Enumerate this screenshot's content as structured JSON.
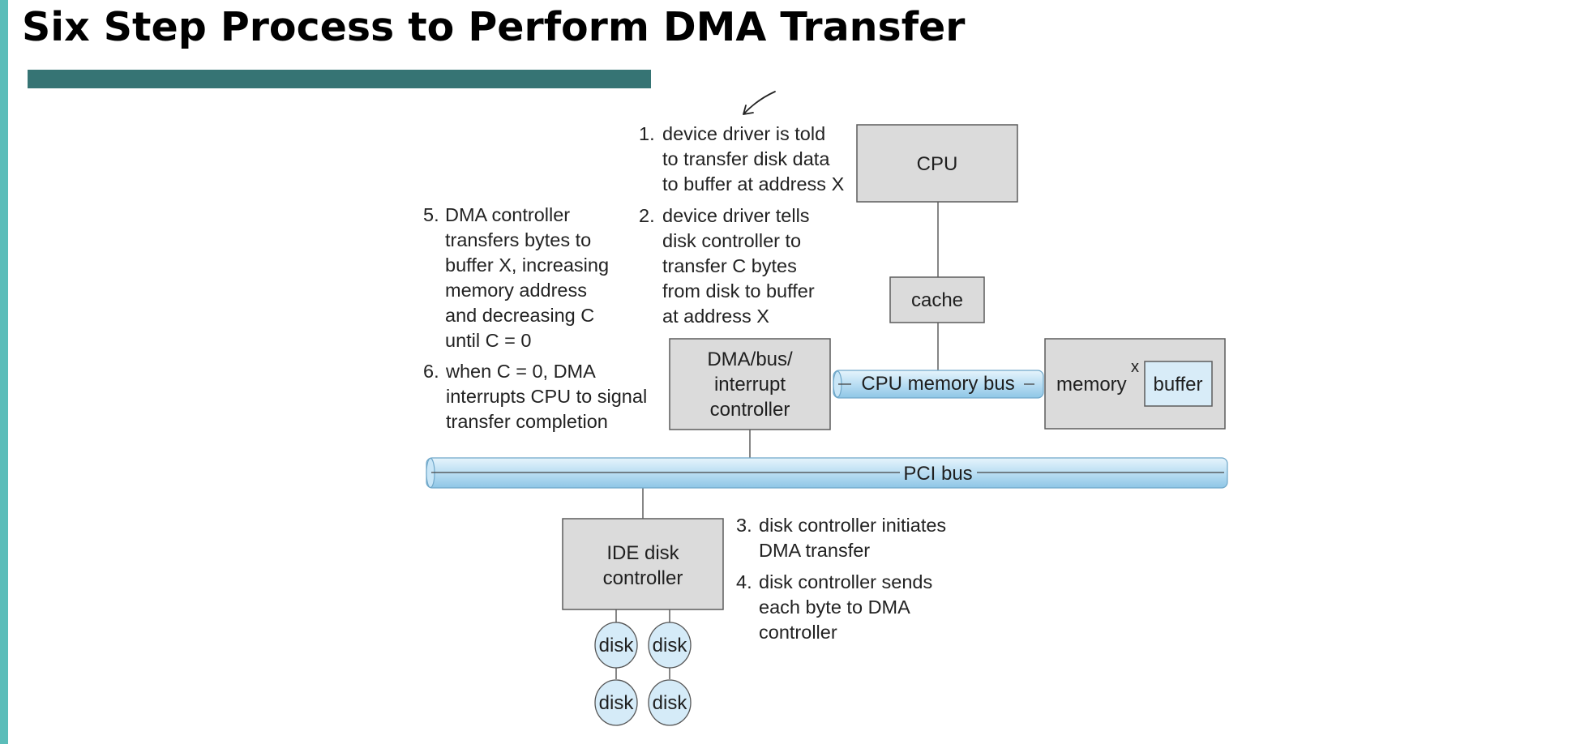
{
  "slide": {
    "title": "Six Step Process to Perform DMA Transfer",
    "accent_color": "#367474",
    "stripe_color": "#5bbdb9"
  },
  "diagram": {
    "cpu": "CPU",
    "cache": "cache",
    "dma_controller": [
      "DMA/bus/",
      "interrupt",
      "controller"
    ],
    "cpu_memory_bus": "CPU memory bus",
    "memory": "memory",
    "memory_x": "x",
    "buffer": "buffer",
    "pci_bus": "PCI bus",
    "ide_controller": [
      "IDE disk",
      "controller"
    ],
    "disk": "disk"
  },
  "steps": {
    "s1": {
      "num": "1.",
      "lines": [
        "device driver is told",
        "to transfer disk data",
        "to buffer at address X"
      ]
    },
    "s2": {
      "num": "2.",
      "lines": [
        "device driver tells",
        "disk controller to",
        "transfer C bytes",
        "from disk to buffer",
        "at address X"
      ]
    },
    "s3": {
      "num": "3.",
      "lines": [
        "disk controller initiates",
        "DMA transfer"
      ]
    },
    "s4": {
      "num": "4.",
      "lines": [
        "disk controller sends",
        "each byte to DMA",
        "controller"
      ]
    },
    "s5": {
      "num": "5.",
      "lines": [
        "DMA controller",
        "transfers bytes to",
        "buffer X, increasing",
        "memory address",
        "and decreasing C",
        "until C = 0"
      ]
    },
    "s6": {
      "num": "6.",
      "lines": [
        "when C = 0, DMA",
        "interrupts CPU to signal",
        "transfer completion"
      ]
    }
  }
}
